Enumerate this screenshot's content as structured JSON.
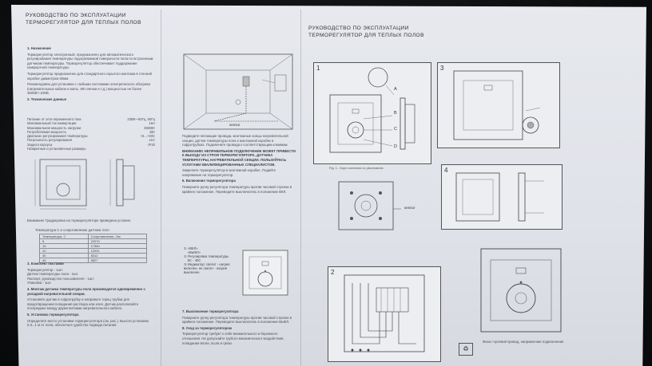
{
  "panel_left": {
    "title_line1": "РУКОВОДСТВО ПО ЭКСПЛУАТАЦИИ",
    "title_line2": "ТЕРМОРЕГУЛЯТОР ДЛЯ ТЕПЛЫХ ПОЛОВ",
    "sec1": "1. Назначение",
    "p1": "Терморегулятор электронный, предназначен для автоматического регулирования температуры подогреваемой поверхности пола по встроенным датчикам температуры. Терморегулятор обеспечивает поддержание комфортной температуры.",
    "p2": "Терморегулятор предназначен для стандартного скрытого монтажа в стенной коробке диаметром 60мм.",
    "p3": "Рекомендован для установки с любыми системами электрического обогрева (нагревательные кабели и маты, ИК пленки и т.д.) мощностью не более 3500Вт~230В.",
    "sec2": "2. Технические данные",
    "specs": [
      [
        "Питание от сети переменного тока",
        "230В~-50Гц, 50Гц"
      ],
      [
        "Максимальный ток коммутации",
        "16А"
      ],
      [
        "Максимальная мощность нагрузки",
        "3500Вт"
      ],
      [
        "Потребляемая мощность",
        "2Вт"
      ],
      [
        "Диапазон регулирования температуры",
        "+5...+40С"
      ],
      [
        "Погрешность регулирования",
        "±1С"
      ],
      [
        "Защита корпуса",
        "IP20"
      ],
      [
        "Габаритные и установочные размеры",
        ""
      ]
    ],
    "note": "Внимание! Градуировка на терморегуляторе приведена условно",
    "table_title": "Температура С и сопротивление датчика тепл",
    "sensor_table": [
      [
        "Температура, С",
        "Сопротивление, Ом"
      ],
      [
        "5",
        "22070"
      ],
      [
        "10",
        "17960"
      ],
      [
        "20",
        "12091"
      ],
      [
        "30",
        "8312"
      ],
      [
        "40",
        "5827"
      ]
    ],
    "sec3": "3. Комплект поставки",
    "kit": [
      "Терморегулятор - 1шт.",
      "Датчик температуры пола - 1шт.",
      "Паспорт, руководство пользователя - 1шт.",
      "Упаковка - 1шт."
    ],
    "sec4": "4. Монтаж датчика температуры пола производится одновременно с укладкой нагревательной секции.",
    "p4": "Установите датчик в гофротрубку и направьте торец трубки для предотвращения попадания раствора или клея. Датчик располагайте посередине между двумя витками нагревательного кабеля.",
    "sec5": "5. Установка терморегулятора",
    "p5": "Определите место установки терморегулятора (см. рис.). Высота установки 0.3...1 м от пола, обеспечьте удобство подвода питания."
  },
  "panel_mid": {
    "sensor_label": "sensor",
    "p1": "Подведите питающие провода, монтажные концы нагревательной секции, датчик температуры пола к монтажной коробке в гофротрубках. Подключите провода к соответствующим клеммам.",
    "warning": "ВНИМАНИЕ! НЕПРАВИЛЬНОЕ ПОДКЛЮЧЕНИЕ МОЖЕТ ПРИВЕСТИ К ВЫХОДУ ИЗ СТРОЯ ТЕРМОРЕГУЛЯТОРА, ДАТЧИКА ТЕМПЕРАТУРЫ, НАГРЕВАТЕЛЬНОЙ СЕКЦИИ. ПОЛЬЗУЙТЕСЬ УСЛУГАМИ КВАЛИФИЦИРОВАННЫХ СПЕЦИАЛИСТОВ.",
    "p2": "Закрепите терморегулятор в монтажной коробке. Подайте напряжение на терморегулятор.",
    "sec6": "6. Включение терморегулятора",
    "p3": "Поверните ручку регулятора температуры против часовой стрелки в крайнее положение. Переведите выключатель в положение ВКЛ.",
    "legend": [
      "«ВКЛ»",
      "«ВЫКЛ»",
      "Регулировка температуры",
      "5С - 40С",
      "Индикатор: светит - нагрев включен, не светит - нагрев выключен"
    ],
    "sec7": "7. Выключение терморегулятора",
    "p4": "Поверните ручку регулятора температуры против часовой стрелки в крайнее положение. Переведите выключатель в положение ВЫКЛ.",
    "sec8": "8. Уход за терморегулятором",
    "p5": "Терморегулятор требует к себе внимательного и бережного отношения. Не допускайте грубого механического воздействия, попадания влаги, пыли и грязи."
  },
  "panel_right": {
    "title_line1": "РУКОВОДСТВО ПО ЭКСПЛУАТАЦИИ",
    "title_line2": "ТЕРМОРЕГУЛЯТОР ДЛЯ ТЕПЛЫХ ПОЛОВ",
    "fig_caption": "Fig. 1 - Корп сигнализ по умолчанию",
    "sensor_label": "sensor",
    "letters": [
      "A",
      "B",
      "C",
      "D"
    ],
    "panel_numbers": [
      "1",
      "2",
      "3",
      "4"
    ],
    "bottom_note": "Фаза / нулевой провод, направление подключения"
  }
}
